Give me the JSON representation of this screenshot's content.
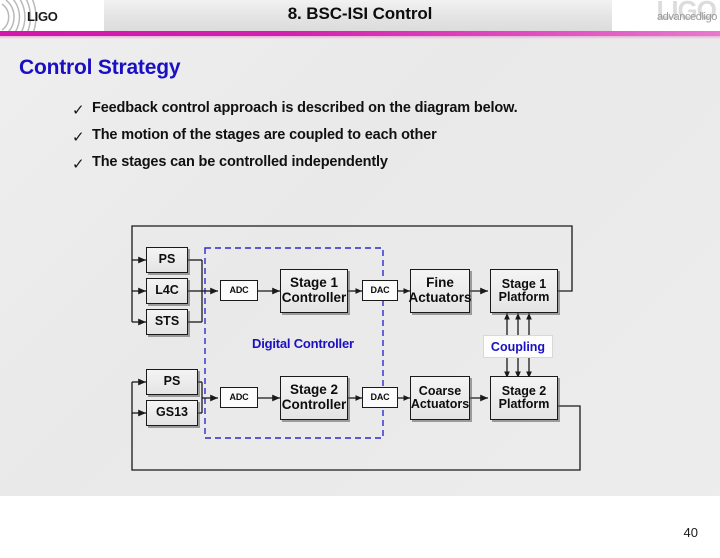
{
  "header": {
    "title": "8. BSC-ISI Control",
    "logo_left_text": "LIGO",
    "logo_right_text": "advancedligo",
    "logo_right_ghost": "LIGO",
    "rule_color": "#d317aa"
  },
  "section": {
    "heading": "Control Strategy",
    "heading_color": "#1a0fc2"
  },
  "bullets": [
    {
      "marker": "✓",
      "text": "Feedback control approach is described on the diagram below."
    },
    {
      "marker": "✓",
      "text": "The motion of the stages are coupled to each other"
    },
    {
      "marker": "✓",
      "text": "The stages can be controlled independently"
    }
  ],
  "diagram": {
    "digital_controller_label": "Digital Controller",
    "coupling_label": "Coupling",
    "stage1": {
      "sensors": [
        "PS",
        "L4C",
        "STS"
      ],
      "adc": "ADC",
      "controller": "Stage 1\nController",
      "controller_line1": "Stage 1",
      "controller_line2": "Controller",
      "dac": "DAC",
      "actuators_line1": "Fine",
      "actuators_line2": "Actuators",
      "platform_line1": "Stage 1",
      "platform_line2": "Platform"
    },
    "stage2": {
      "sensors": [
        "PS",
        "GS13"
      ],
      "adc": "ADC",
      "controller_line1": "Stage 2",
      "controller_line2": "Controller",
      "dac": "DAC",
      "actuators_line1": "Coarse",
      "actuators_line2": "Actuators",
      "platform_line1": "Stage 2",
      "platform_line2": "Platform"
    }
  },
  "footer": {
    "page_number": "40"
  }
}
